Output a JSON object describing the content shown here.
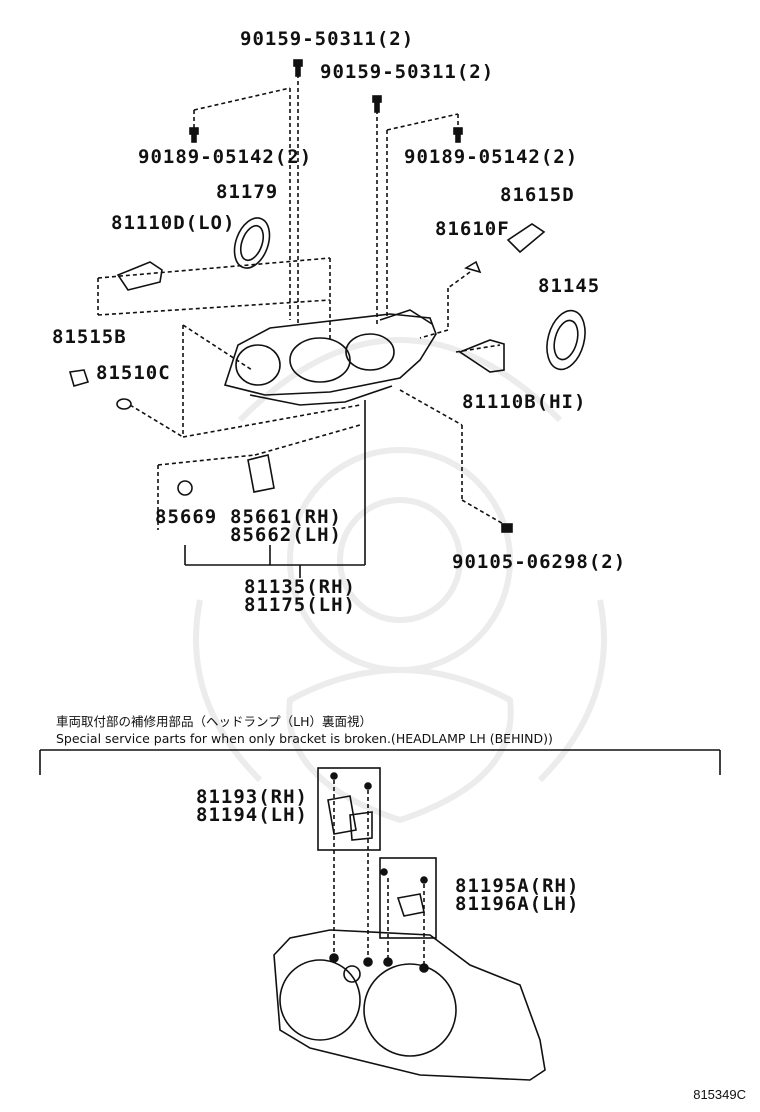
{
  "labels": {
    "p1": "90159-50311(2)",
    "p2": "90159-50311(2)",
    "p3": "90189-05142(2)",
    "p4": "90189-05142(2)",
    "p5": "81179",
    "p6": "81110D(LO)",
    "p7": "81615D",
    "p8": "81610F",
    "p9": "81145",
    "p10": "81515B",
    "p11": "81510C",
    "p12": "81110B(HI)",
    "p13": "85669",
    "p14a": "85661(RH)",
    "p14b": "85662(LH)",
    "p15": "90105-06298(2)",
    "p16a": "81135(RH)",
    "p16b": "81175(LH)",
    "p17a": "81193(RH)",
    "p17b": "81194(LH)",
    "p18a": "81195A(RH)",
    "p18b": "81196A(LH)"
  },
  "notes": {
    "jp": "車両取付部の補修用部品（ヘッドランプ（LH）裏面視）",
    "en": "Special service parts for when only bracket is broken.(HEADLAMP LH (BEHIND))"
  },
  "figure_code": "815349C"
}
